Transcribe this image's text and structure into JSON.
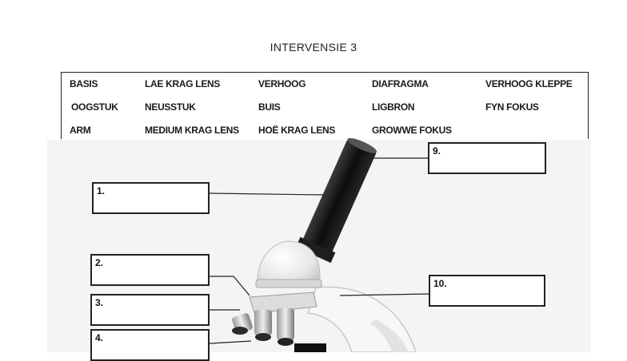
{
  "title": "INTERVENSIE 3",
  "word_bank": [
    [
      "BASIS",
      "LAE KRAG LENS",
      "VERHOOG",
      "DIAFRAGMA",
      "VERHOOG KLEPPE"
    ],
    [
      "OOGSTUK",
      "NEUSSTUK",
      "BUIS",
      "LIGBRON",
      "FYN FOKUS"
    ],
    [
      "ARM",
      "MEDIUM KRAG LENS",
      "HOË KRAG LENS",
      "GROWWE FOKUS",
      ""
    ]
  ],
  "labels": [
    "1.",
    "2.",
    "3.",
    "4.",
    "9.",
    "10."
  ]
}
